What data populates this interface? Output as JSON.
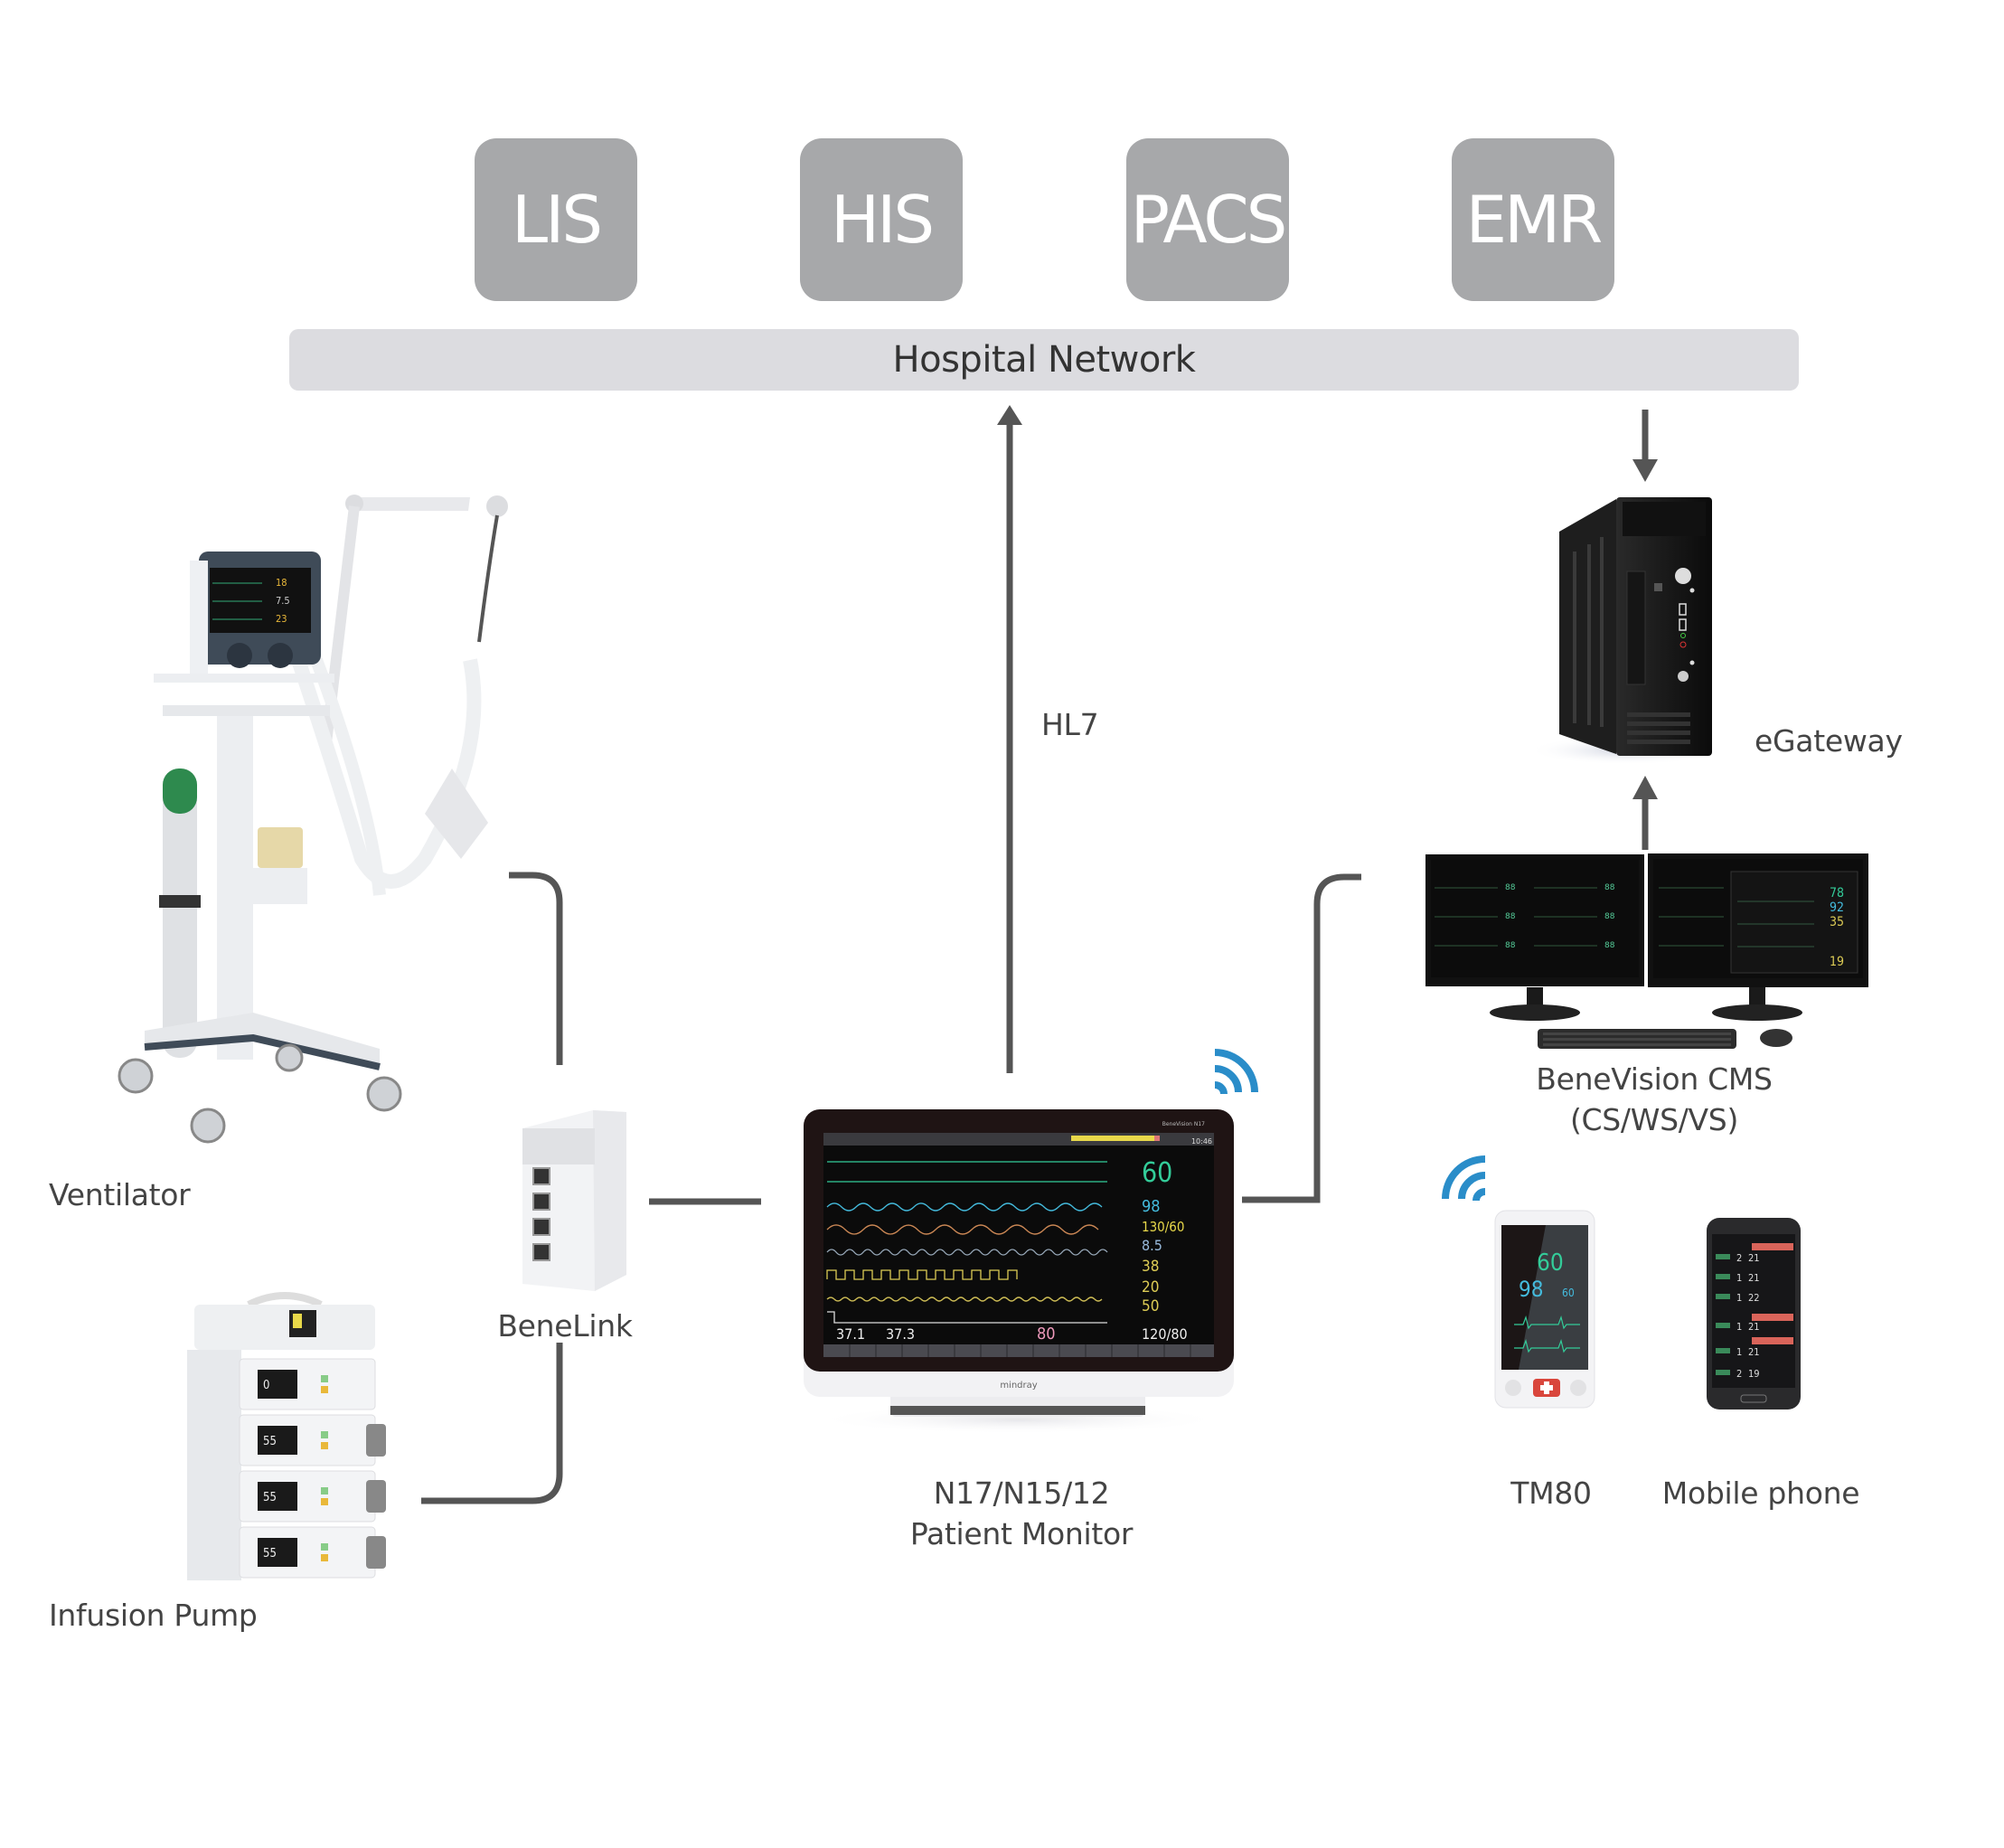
{
  "diagram": {
    "systems": [
      {
        "id": "lis",
        "label": "LIS"
      },
      {
        "id": "his",
        "label": "HIS"
      },
      {
        "id": "pacs",
        "label": "PACS"
      },
      {
        "id": "emr",
        "label": "EMR"
      }
    ],
    "network": {
      "label": "Hospital Network"
    },
    "protocol_label": "HL7",
    "devices": {
      "egateway": {
        "label": "eGateway"
      },
      "cms": {
        "label_line1": "BeneVision CMS",
        "label_line2": "(CS/WS/VS)",
        "screen_values": [
          "78",
          "92",
          "35",
          "19"
        ]
      },
      "ventilator": {
        "label": "Ventilator"
      },
      "benelink": {
        "label": "BeneLink"
      },
      "infusion_pump": {
        "label": "Infusion Pump",
        "screen_values": [
          "0",
          "55",
          "55",
          "55"
        ]
      },
      "patient_monitor": {
        "label_line1": "N17/N15/12",
        "label_line2": "Patient Monitor",
        "brand": "mindray",
        "model": "BeneVision N17",
        "time": "10:46",
        "values": {
          "hr": "60",
          "spo2": "98",
          "nibp": "130/60",
          "co2": "8.5",
          "resp": "38",
          "p1": "20",
          "p2": "50",
          "t1": "37.1",
          "t2": "37.3",
          "pr": "80",
          "art": "120/80"
        }
      },
      "tm80": {
        "label": "TM80",
        "values": {
          "hr": "60",
          "spo2": "98",
          "pr": "60"
        }
      },
      "mobile_phone": {
        "label": "Mobile phone",
        "rows": [
          [
            "2",
            "21"
          ],
          [
            "1",
            "21"
          ],
          [
            "1",
            "22"
          ],
          [
            "1",
            "21"
          ],
          [
            "1",
            "21"
          ],
          [
            "2",
            "19"
          ]
        ]
      }
    },
    "colors": {
      "system_box": "#a7a8aa",
      "network_bar": "#dcdce0",
      "connector": "#555555",
      "wifi": "#2a8dc9"
    }
  }
}
